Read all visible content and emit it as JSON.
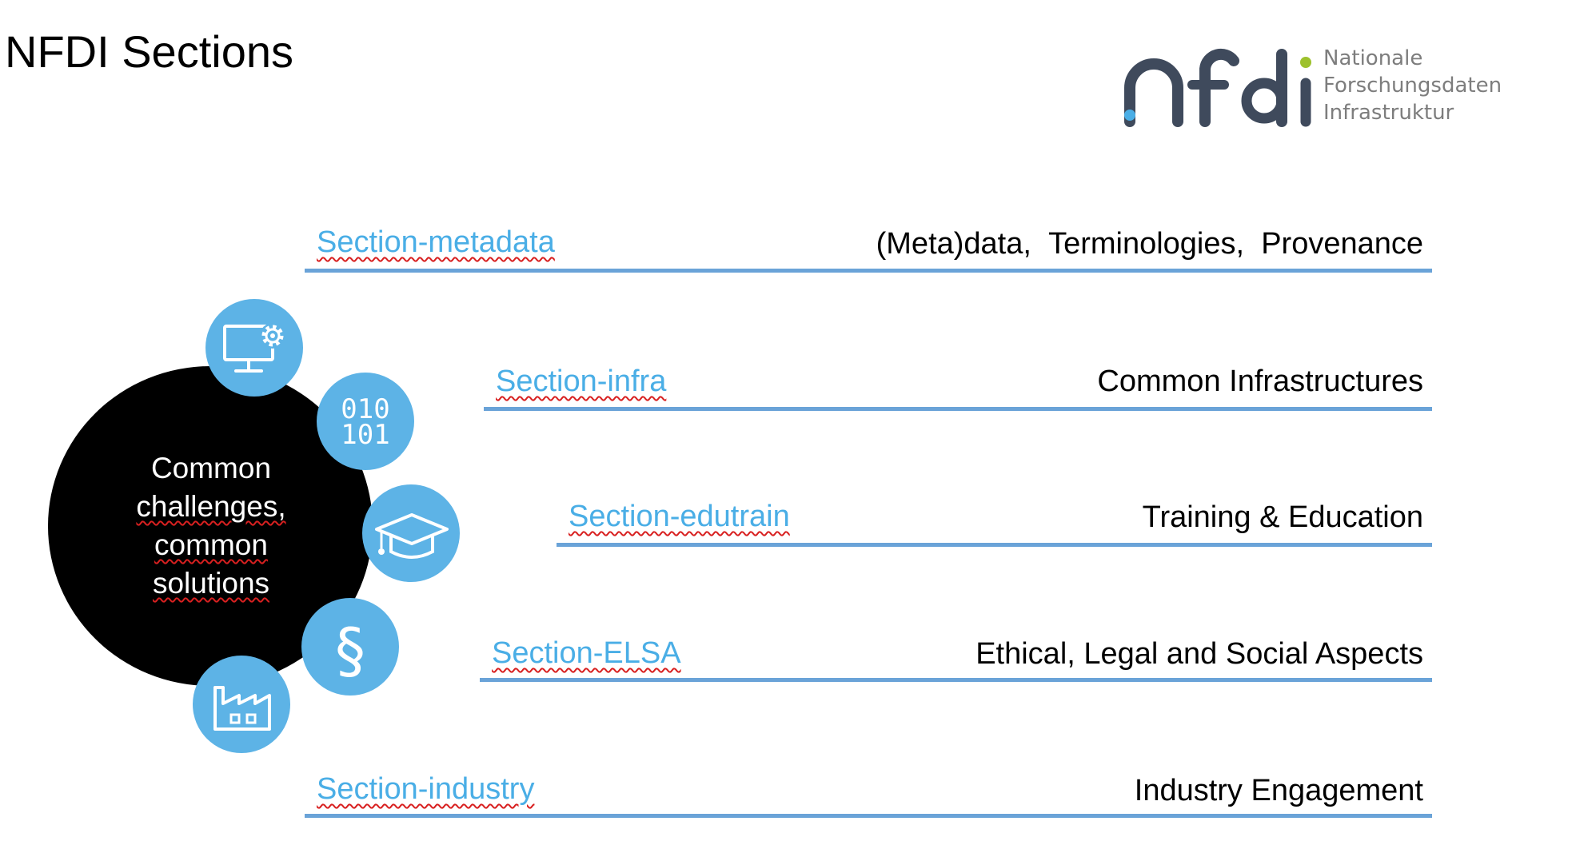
{
  "page": {
    "title": "NFDI Sections"
  },
  "logo": {
    "wordmark": "nfdi",
    "line1": "Nationale",
    "line2": "Forschungsdaten",
    "line3": "Infrastruktur",
    "colors": {
      "dark": "#3f4a5c",
      "blue": "#4aaee6",
      "green": "#9dc12d"
    }
  },
  "hub": {
    "line1": "Common",
    "line2": "challenges,",
    "line3": "common",
    "line4": "solutions",
    "icons": [
      "computer-gear-icon",
      "binary-010-101-icon",
      "graduation-cap-icon",
      "section-sign-icon",
      "factory-icon"
    ],
    "binary_top": "010",
    "binary_bottom": "101",
    "section_sign": "§"
  },
  "colors": {
    "bubble": "#5db3e6",
    "line": "#6aa3d8",
    "label": "#4aaee6",
    "spellcheck": "#d82020"
  },
  "sections": [
    {
      "label": "Section-metadata",
      "desc_parts": [
        "(Meta)data,",
        "Terminologies,",
        "Provenance"
      ]
    },
    {
      "label": "Section-infra",
      "desc_parts": [
        "Common Infrastructures"
      ]
    },
    {
      "label": "Section-edutrain",
      "desc_parts": [
        "Training & Education"
      ]
    },
    {
      "label": "Section-ELSA",
      "desc_parts": [
        "Ethical, Legal and Social Aspects"
      ]
    },
    {
      "label": "Section-industry",
      "desc_parts": [
        "Industry Engagement"
      ]
    }
  ]
}
